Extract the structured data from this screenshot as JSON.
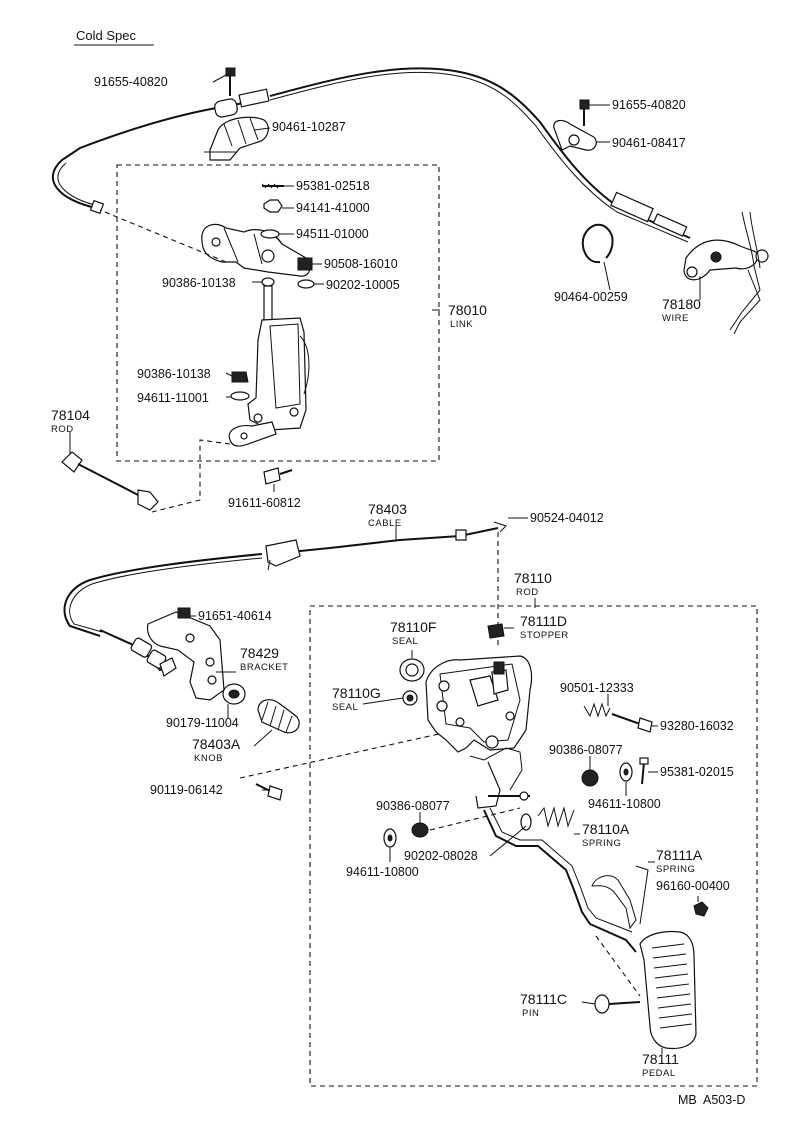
{
  "header": {
    "title": "Cold Spec"
  },
  "footer": {
    "code": "MB  A503-D"
  },
  "labels": {
    "p91655_40820_a": "91655-40820",
    "p91655_40820_b": "91655-40820",
    "p90461_10287": "90461-10287",
    "p90461_08417": "90461-08417",
    "p95381_02518": "95381-02518",
    "p94141_41000": "94141-41000",
    "p94511_01000": "94511-01000",
    "p90508_16010": "90508-16010",
    "p90386_10138_a": "90386-10138",
    "p90202_10005": "90202-10005",
    "p78010": "78010",
    "p78010_sub": "LINK",
    "p90386_10138_b": "90386-10138",
    "p94611_11001": "94611-11001",
    "p78104": "78104",
    "p78104_sub": "ROD",
    "p91611_60812": "91611-60812",
    "p90464_00259": "90464-00259",
    "p78180": "78180",
    "p78180_sub": "WIRE",
    "p78403": "78403",
    "p78403_sub": "CABLE",
    "p90524_04012": "90524-04012",
    "p78110": "78110",
    "p78110_sub": "ROD",
    "p91651_40614": "91651-40614",
    "p78429": "78429",
    "p78429_sub": "BRACKET",
    "p90179_11004": "90179-11004",
    "p78403A": "78403A",
    "p78403A_sub": "KNOB",
    "p90119_06142": "90119-06142",
    "p78110F": "78110F",
    "p78110F_sub": "SEAL",
    "p78111D": "78111D",
    "p78111D_sub": "STOPPER",
    "p78110G": "78110G",
    "p78110G_sub": "SEAL",
    "p90501_12333": "90501-12333",
    "p93280_16032": "93280-16032",
    "p90386_08077_a": "90386-08077",
    "p95381_02015": "95381-02015",
    "p94611_10800_a": "94611-10800",
    "p90386_08077_b": "90386-08077",
    "p78110A": "78110A",
    "p78110A_sub": "SPRING",
    "p90202_08028": "90202-08028",
    "p94611_10800_b": "94611-10800",
    "p78111A": "78111A",
    "p78111A_sub": "SPRING",
    "p96160_00400": "96160-00400",
    "p78111C": "78111C",
    "p78111C_sub": "PIN",
    "p78111": "78111",
    "p78111_sub": "PEDAL"
  }
}
